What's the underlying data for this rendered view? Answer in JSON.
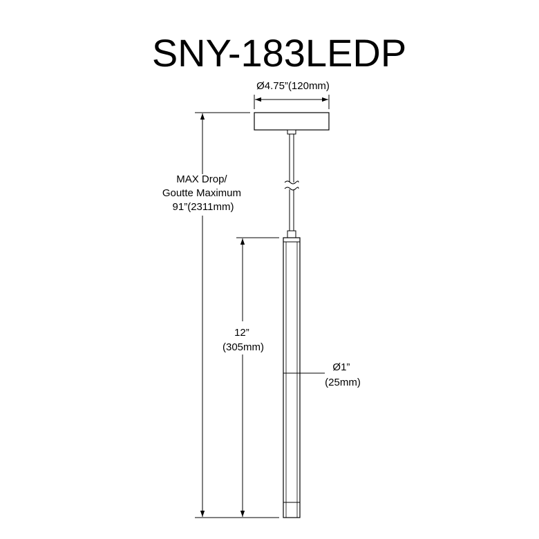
{
  "title": "SNY-183LEDP",
  "canopy_diameter": "Ø4.75”(120mm)",
  "max_drop": {
    "line1": "MAX Drop/",
    "line2": "Goutte Maximum",
    "line3": "91”(2311mm)"
  },
  "tube_length": {
    "line1": "12”",
    "line2": "(305mm)"
  },
  "tube_diameter": {
    "line1": "Ø1”",
    "line2": "(25mm)"
  },
  "colors": {
    "line": "#000000",
    "background": "#ffffff"
  }
}
